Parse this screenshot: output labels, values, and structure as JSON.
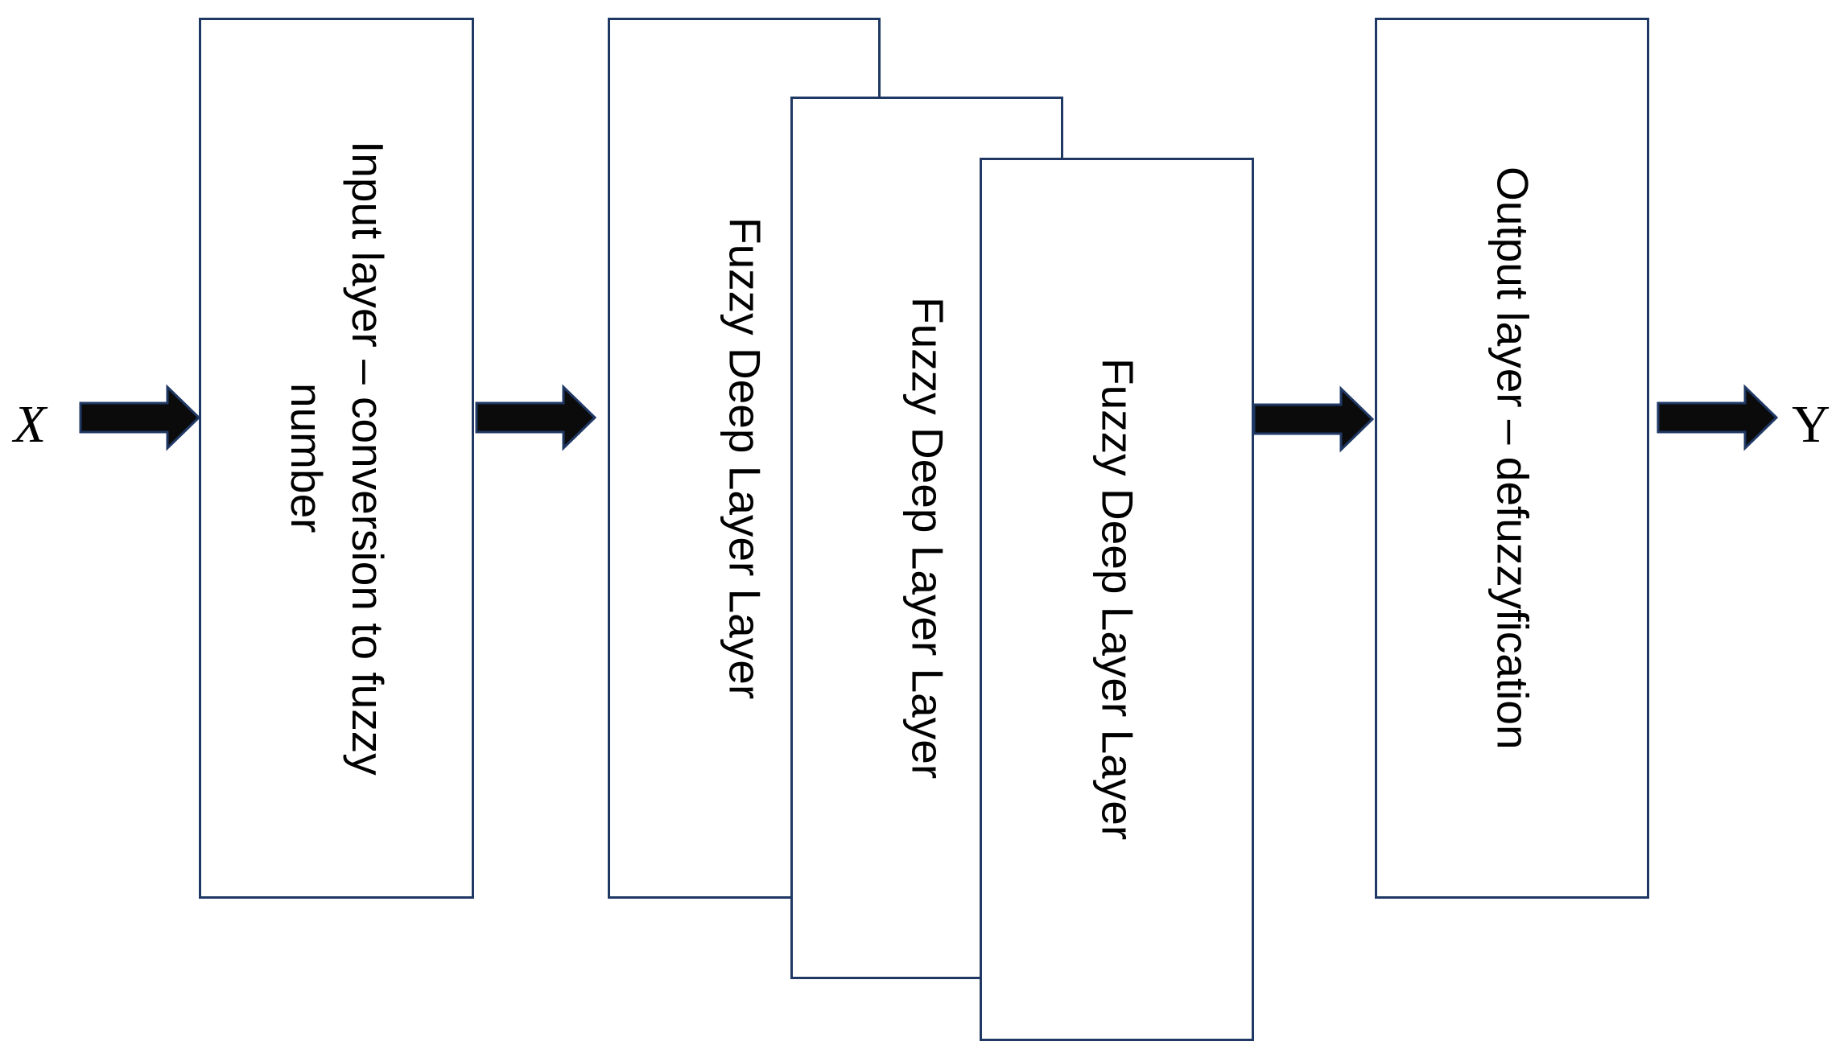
{
  "diagram": {
    "input_signal": "X",
    "output_signal": "Y",
    "boxes": [
      {
        "name": "input-layer",
        "label": "Input layer – conversion to fuzzy\nnumber"
      },
      {
        "name": "fuzzy-deep-layer-1",
        "label": "Fuzzy Deep Layer Layer"
      },
      {
        "name": "fuzzy-deep-layer-2",
        "label": "Fuzzy Deep Layer Layer"
      },
      {
        "name": "fuzzy-deep-layer-3",
        "label": "Fuzzy Deep Layer Layer"
      },
      {
        "name": "output-layer",
        "label": "Output layer – defuzzyfication"
      }
    ],
    "arrows": [
      {
        "name": "arrow-x-to-input"
      },
      {
        "name": "arrow-input-to-fuzzy"
      },
      {
        "name": "arrow-fuzzy-to-output"
      },
      {
        "name": "arrow-output-to-y"
      }
    ],
    "colors": {
      "box_border": "#1f3864",
      "box_fill": "#ffffff",
      "arrow_fill": "#0b0b0b",
      "arrow_outline": "#1f3864",
      "text": "#000000",
      "background": "#ffffff"
    }
  }
}
